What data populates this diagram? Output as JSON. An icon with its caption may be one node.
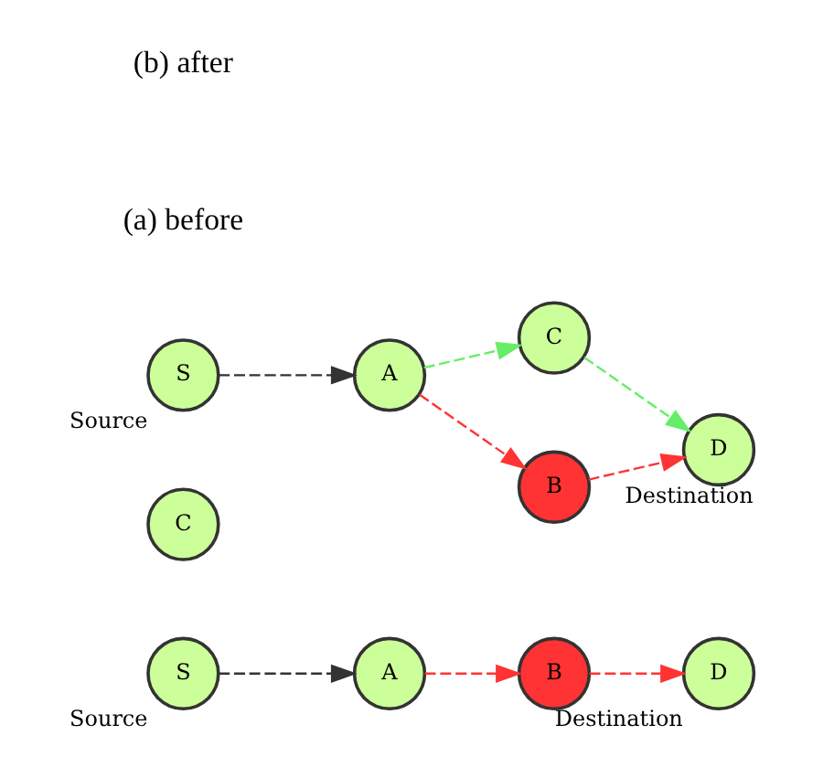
{
  "diagram": {
    "nodes": [
      {
        "text": [
          "S"
        ],
        "beside": [
          "Source"
        ]
      },
      {
        "text": [
          "A"
        ]
      },
      {
        "text": [
          "C"
        ]
      },
      {
        "text": [
          "B"
        ]
      },
      {
        "text": [
          "D"
        ],
        "beside": [
          "Destination"
        ]
      },
      {
        "text": [
          "A"
        ]
      },
      {
        "text": [
          "C"
        ]
      },
      {
        "text": [
          "S"
        ],
        "beside": [
          "Source"
        ]
      },
      {
        "text": [
          "B"
        ]
      },
      {
        "text": [
          "D"
        ],
        "beside": [
          "Destination"
        ]
      }
    ],
    "edges": [
      {
        "from": 0,
        "to": 1,
        "arrow": "to",
        "style": "dashed",
        "color": "#333333"
      },
      {
        "from": 1,
        "to": 3,
        "arrow": "to",
        "style": "dashed",
        "color": "#ff3333"
      },
      {
        "from": 3,
        "to": 4,
        "arrow": "to",
        "style": "dashed",
        "color": "#ff3333"
      },
      {
        "from": 5,
        "to": 6,
        "arrow": "to",
        "style": "dashed",
        "color": "#66ee66"
      },
      {
        "from": 7,
        "to": 5,
        "arrow": "to",
        "style": "dashed",
        "color": "#333333"
      },
      {
        "from": 5,
        "to": 8,
        "arrow": "to",
        "style": "dashed",
        "color": "#ff3333"
      },
      {
        "from": 6,
        "to": 9,
        "arrow": "to",
        "style": "dashed",
        "color": "#66ee66"
      },
      {
        "from": 8,
        "to": 9,
        "arrow": "to",
        "style": "dashed",
        "color": "#ff3333"
      }
    ],
    "labels": [
      "(a) before",
      "(b) after"
    ]
  }
}
